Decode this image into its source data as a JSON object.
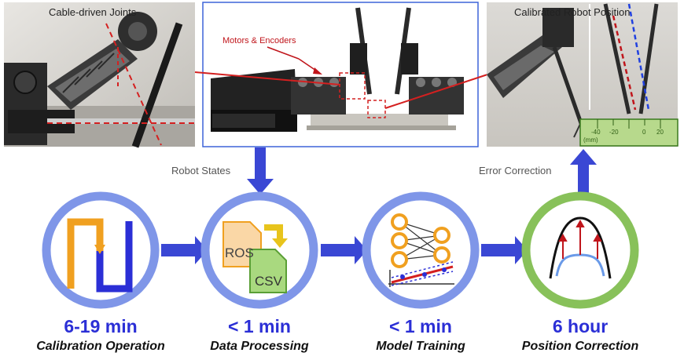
{
  "photos": {
    "left_label": "Cable-driven Joints",
    "center_label": "Motors & Encoders",
    "right_label": "Calibrated Robot Position"
  },
  "ruler": {
    "unit": "(mm)",
    "ticks": [
      "-40",
      "-20",
      "0",
      "20"
    ]
  },
  "flow": {
    "robot_states": "Robot States",
    "error_correction": "Error Correction"
  },
  "stages": [
    {
      "time": "6-19 min",
      "name": "Calibration Operation"
    },
    {
      "time": "< 1 min",
      "name": "Data Processing"
    },
    {
      "time": "< 1 min",
      "name": "Model Training"
    },
    {
      "time": "6 hour",
      "name": "Position Correction"
    }
  ],
  "files": {
    "ros": "ROS",
    "csv": "CSV"
  },
  "colors": {
    "blue_arrow": "#3a47d4",
    "ring_blue": "#7f96e8",
    "ring_green": "#88c15a",
    "time_text": "#2b2fd6",
    "orange": "#f0a020",
    "red": "#c0151b"
  }
}
